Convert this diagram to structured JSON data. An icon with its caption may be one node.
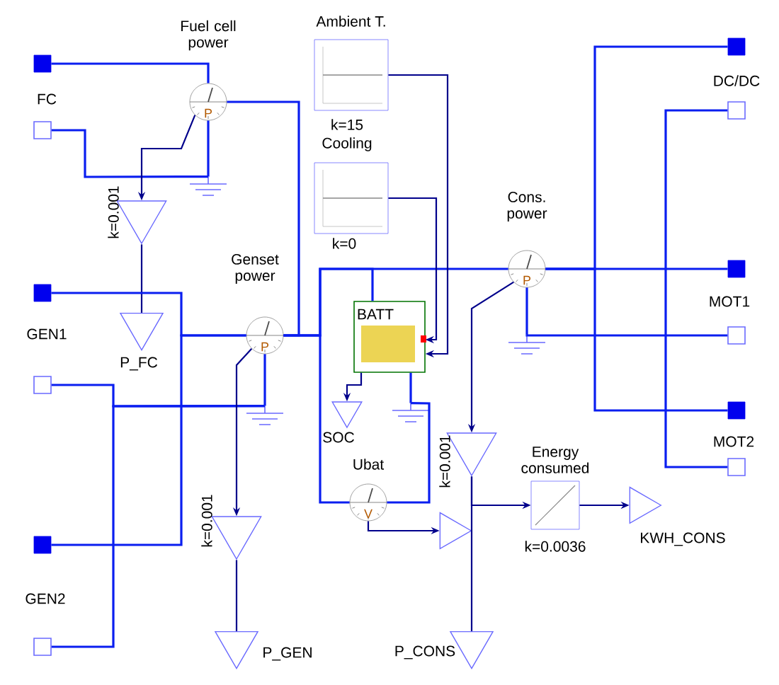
{
  "diagram": {
    "nodes": [
      {
        "text": [
          "FC"
        ]
      },
      {
        "text": [],
        "shape": "box"
      },
      {
        "text": [
          "Fuel cell power",
          "P"
        ]
      },
      {
        "text": [
          "Ambient T.",
          "k=15"
        ]
      },
      {
        "text": [
          "Cooling",
          "k=0"
        ]
      },
      {
        "text": [
          "k=0.001"
        ]
      },
      {
        "text": [
          "P_FC"
        ]
      },
      {
        "text": [
          "GEN1"
        ]
      },
      {
        "text": [],
        "shape": "box"
      },
      {
        "text": [
          "Genset power",
          "P"
        ]
      },
      {
        "text": [
          "BATT"
        ]
      },
      {
        "text": [
          "SOC"
        ]
      },
      {
        "text": [
          "Ubat",
          "V"
        ]
      },
      {
        "text": [],
        "shape": "triangle"
      },
      {
        "text": [
          "k=0.001"
        ]
      },
      {
        "text": [
          "P_GEN"
        ]
      },
      {
        "text": [
          "GEN2"
        ]
      },
      {
        "text": [],
        "shape": "box"
      },
      {
        "text": [
          "Cons. power",
          "P"
        ]
      },
      {
        "text": [
          "k=0.001"
        ]
      },
      {
        "text": [
          "P_CONS"
        ]
      },
      {
        "text": [
          "Energy consumed",
          "k=0.0036"
        ]
      },
      {
        "text": [
          "KWH_CONS"
        ]
      },
      {
        "text": [
          "DC/DC"
        ]
      },
      {
        "text": [],
        "shape": "box"
      },
      {
        "text": [
          "MOT1"
        ]
      },
      {
        "text": [],
        "shape": "box"
      },
      {
        "text": [
          "MOT2"
        ]
      },
      {
        "text": [],
        "shape": "box"
      },
      {
        "text": [],
        "shape": "ground"
      },
      {
        "text": [],
        "shape": "ground"
      },
      {
        "text": [],
        "shape": "ground"
      },
      {
        "text": [],
        "shape": "ground"
      }
    ],
    "edges": [
      {
        "from": 0,
        "to": 2,
        "arrow": "none"
      },
      {
        "from": 1,
        "to": 29,
        "arrow": "none"
      },
      {
        "from": 2,
        "to": 5,
        "arrow": "to",
        "color": "#00008b"
      },
      {
        "from": 5,
        "to": 6,
        "arrow": "none",
        "color": "#00008b"
      },
      {
        "from": 2,
        "to": 9,
        "arrow": "none"
      },
      {
        "from": 7,
        "to": 9,
        "arrow": "none"
      },
      {
        "from": 8,
        "to": 30,
        "arrow": "none"
      },
      {
        "from": 16,
        "to": 9,
        "arrow": "none"
      },
      {
        "from": 17,
        "to": 30,
        "arrow": "none"
      },
      {
        "from": 9,
        "to": 14,
        "arrow": "to",
        "color": "#00008b"
      },
      {
        "from": 14,
        "to": 15,
        "arrow": "none",
        "color": "#00008b"
      },
      {
        "from": 9,
        "to": 10,
        "arrow": "none"
      },
      {
        "from": 9,
        "to": 18,
        "arrow": "none"
      },
      {
        "from": 3,
        "to": 10,
        "arrow": "to",
        "color": "#00008b"
      },
      {
        "from": 4,
        "to": 10,
        "arrow": "to",
        "color": "#00008b"
      },
      {
        "from": 10,
        "to": 11,
        "arrow": "to",
        "color": "#00008b"
      },
      {
        "from": 9,
        "to": 12,
        "arrow": "none"
      },
      {
        "from": 12,
        "to": 13,
        "arrow": "to",
        "color": "#00008b"
      },
      {
        "from": 12,
        "to": 32,
        "arrow": "none"
      },
      {
        "from": 18,
        "to": 19,
        "arrow": "to",
        "color": "#00008b"
      },
      {
        "from": 19,
        "to": 20,
        "arrow": "none",
        "color": "#00008b"
      },
      {
        "from": 19,
        "to": 21,
        "arrow": "to",
        "color": "#00008b"
      },
      {
        "from": 21,
        "to": 22,
        "arrow": "to",
        "color": "#00008b"
      },
      {
        "from": 18,
        "to": 25,
        "arrow": "none"
      },
      {
        "from": 18,
        "to": 23,
        "arrow": "none"
      },
      {
        "from": 18,
        "to": 27,
        "arrow": "none"
      },
      {
        "from": 26,
        "to": 31,
        "arrow": "none"
      },
      {
        "from": 24,
        "to": 28,
        "arrow": "none"
      },
      {
        "from": 2,
        "to": 29,
        "arrow": "none"
      },
      {
        "from": 9,
        "to": 30,
        "arrow": "none"
      },
      {
        "from": 18,
        "to": 31,
        "arrow": "none"
      },
      {
        "from": 10,
        "to": 32,
        "arrow": "none"
      }
    ]
  }
}
